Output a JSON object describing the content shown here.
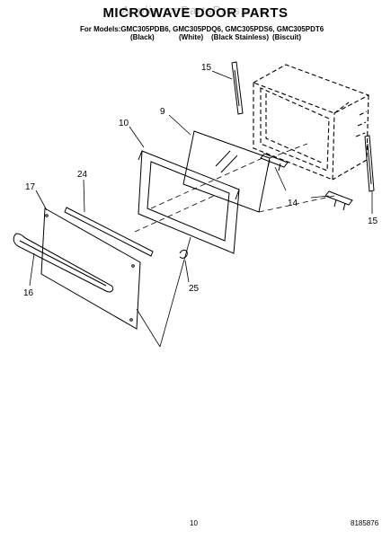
{
  "header": {
    "watermark": "AppliancePartsPros.com",
    "title": "MICROWAVE DOOR PARTS",
    "models_line": "For Models:GMC305PDB6, GMC305PDQ6, GMC305PDS6, GMC305PDT6",
    "finishes": [
      "(Black)",
      "(White)",
      "(Black Stainless)",
      "(Biscuit)"
    ]
  },
  "callouts": {
    "c15_top": "15",
    "c10": "10",
    "c9": "9",
    "c24": "24",
    "c17": "17",
    "c14": "14",
    "c15_right": "15",
    "c16": "16",
    "c25": "25"
  },
  "footer": {
    "page_number": "10",
    "part_number": "8185876"
  }
}
